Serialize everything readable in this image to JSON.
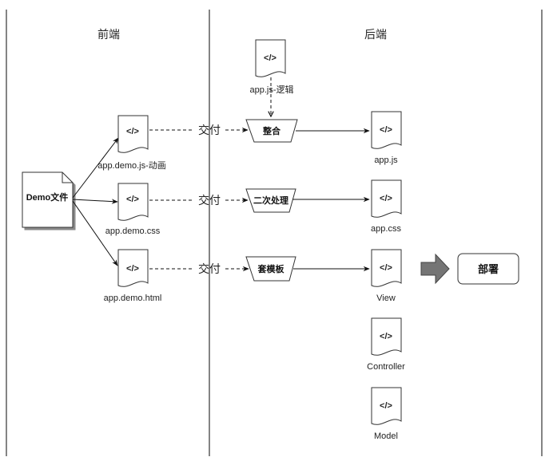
{
  "lanes": [
    {
      "id": "frontend",
      "title": "前端"
    },
    {
      "id": "backend",
      "title": "后端"
    }
  ],
  "source_node": {
    "label": "Demo文件",
    "icon": "document-page-icon"
  },
  "file_icon_glyph": "</>",
  "frontend_files": [
    {
      "id": "fe_js",
      "label": "app.demo.js-动画"
    },
    {
      "id": "fe_css",
      "label": "app.demo.css"
    },
    {
      "id": "fe_html",
      "label": "app.demo.html"
    }
  ],
  "handoff_label": "交付",
  "backend_input": {
    "id": "be_logic",
    "label": "app.js-逻辑"
  },
  "processes": [
    {
      "id": "merge",
      "label": "整合"
    },
    {
      "id": "reprocess",
      "label": "二次处理"
    },
    {
      "id": "template",
      "label": "套模板"
    }
  ],
  "backend_outputs": [
    {
      "id": "out_js",
      "label": "app.js"
    },
    {
      "id": "out_css",
      "label": "app.css"
    },
    {
      "id": "out_view",
      "label": "View"
    },
    {
      "id": "out_controller",
      "label": "Controller"
    },
    {
      "id": "out_model",
      "label": "Model"
    }
  ],
  "deploy": {
    "label": "部署",
    "arrow_color": "#757575"
  }
}
